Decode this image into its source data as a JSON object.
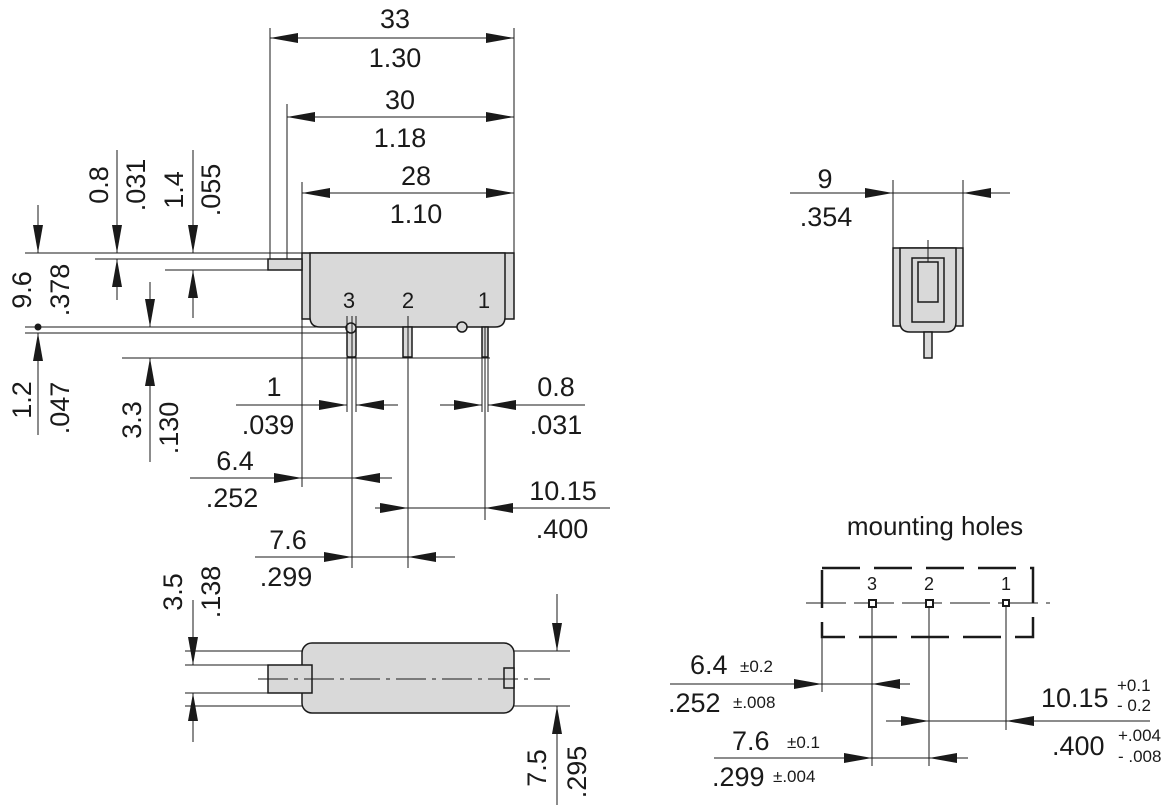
{
  "top_dims": {
    "overall": {
      "mm": "33",
      "in": "1.30"
    },
    "without_tab": {
      "mm": "30",
      "in": "1.18"
    },
    "body": {
      "mm": "28",
      "in": "1.10"
    }
  },
  "left_dims": {
    "height": {
      "mm": "9.6",
      "in": ".378"
    },
    "standoff": {
      "mm": "1.2",
      "in": ".047"
    },
    "tab_offset": {
      "mm": "0.8",
      "in": ".031"
    },
    "tab_height": {
      "mm": "1.4",
      "in": ".055"
    },
    "pin_length": {
      "mm": "3.3",
      "in": ".130"
    }
  },
  "pin_labels": [
    "3",
    "2",
    "1"
  ],
  "pin_dims": {
    "pin3_width": {
      "mm": "1",
      "in": ".039"
    },
    "pin1_width": {
      "mm": "0.8",
      "in": ".031"
    },
    "edge_to_pin3": {
      "mm": "6.4",
      "in": ".252"
    },
    "pin2_to_pin1": {
      "mm": "10.15",
      "in": ".400"
    },
    "pin3_to_pin2": {
      "mm": "7.6",
      "in": ".299"
    }
  },
  "bottom_view": {
    "tab_width": {
      "mm": "3.5",
      "in": ".138"
    },
    "body_width": {
      "mm": "7.5",
      "in": ".295"
    }
  },
  "side_view": {
    "width": {
      "mm": "9",
      "in": ".354"
    }
  },
  "mounting_holes": {
    "title": "mounting holes",
    "labels": [
      "3",
      "2",
      "1"
    ],
    "d1": {
      "mm": "6.4",
      "mm_tol": "±0.2",
      "in": ".252",
      "in_tol": "±.008"
    },
    "d2": {
      "mm": "10.15",
      "mm_tol_plus": "+0.1",
      "mm_tol_minus": "- 0.2",
      "in": ".400",
      "in_tol_plus": "+.004",
      "in_tol_minus": "- .008"
    },
    "d3": {
      "mm": "7.6",
      "mm_tol": "±0.1",
      "in": ".299",
      "in_tol": "±.004"
    }
  }
}
